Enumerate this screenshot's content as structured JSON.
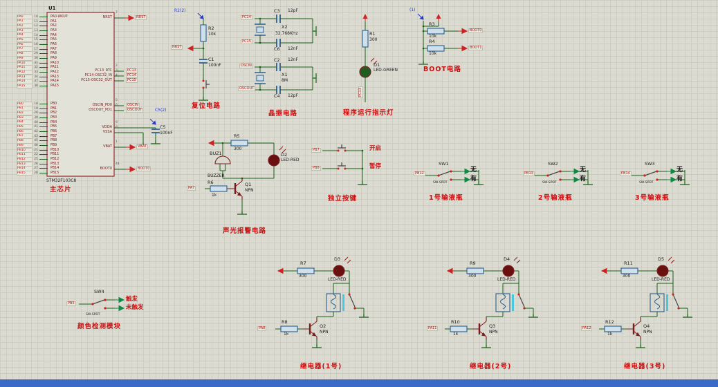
{
  "colors": {
    "grid_bg": "#dbdbd2",
    "wire": "#166016",
    "component_outline": "#7a1d1d",
    "net_label": "#c31414",
    "caption_red": "#cc1111",
    "probe_blue": "#2639cf",
    "bottom_bar": "#3a6bc8",
    "led_green": "#235c23",
    "led_red": "#6b1010",
    "relay_core": "#45c8e0"
  },
  "chip": {
    "ref": "U1",
    "part": "STM32F103C8",
    "caption": "主芯片",
    "pa_pins": [
      {
        "net": "PA0",
        "num": "10",
        "name": "PA0-WKUP"
      },
      {
        "net": "PA1",
        "num": "11",
        "name": "PA1"
      },
      {
        "net": "PA2",
        "num": "12",
        "name": "PA2"
      },
      {
        "net": "PA3",
        "num": "13",
        "name": "PA3"
      },
      {
        "net": "PA4",
        "num": "14",
        "name": "PA4"
      },
      {
        "net": "PA5",
        "num": "15",
        "name": "PA5"
      },
      {
        "net": "PA6",
        "num": "16",
        "name": "PA6"
      },
      {
        "net": "PA7",
        "num": "17",
        "name": "PA7"
      },
      {
        "net": "PA8",
        "num": "29",
        "name": "PA8"
      },
      {
        "net": "PA9",
        "num": "30",
        "name": "PA9"
      },
      {
        "net": "PA10",
        "num": "31",
        "name": "PA10"
      },
      {
        "net": "PA11",
        "num": "32",
        "name": "PA11"
      },
      {
        "net": "PA12",
        "num": "33",
        "name": "PA12"
      },
      {
        "net": "PA13",
        "num": "34",
        "name": "PA13"
      },
      {
        "net": "PA14",
        "num": "37",
        "name": "PA14"
      },
      {
        "net": "PA15",
        "num": "38",
        "name": "PA15"
      }
    ],
    "pb_pins": [
      {
        "net": "PB0",
        "num": "18",
        "name": "PB0"
      },
      {
        "net": "PB1",
        "num": "19",
        "name": "PB1"
      },
      {
        "net": "PB2",
        "num": "20",
        "name": "PB2"
      },
      {
        "net": "PB3",
        "num": "39",
        "name": "PB3"
      },
      {
        "net": "PB4",
        "num": "40",
        "name": "PB4"
      },
      {
        "net": "PB5",
        "num": "41",
        "name": "PB5"
      },
      {
        "net": "PB6",
        "num": "42",
        "name": "PB6"
      },
      {
        "net": "PB7",
        "num": "43",
        "name": "PB7"
      },
      {
        "net": "PB8",
        "num": "45",
        "name": "PB8"
      },
      {
        "net": "PB9",
        "num": "46",
        "name": "PB9"
      },
      {
        "net": "PB10",
        "num": "21",
        "name": "PB10"
      },
      {
        "net": "PB11",
        "num": "22",
        "name": "PB11"
      },
      {
        "net": "PB12",
        "num": "25",
        "name": "PB12"
      },
      {
        "net": "PB13",
        "num": "26",
        "name": "PB13"
      },
      {
        "net": "PB14",
        "num": "27",
        "name": "PB14"
      },
      {
        "net": "PB15",
        "num": "28",
        "name": "PB15"
      }
    ],
    "right_pins": [
      {
        "name": "NRST",
        "num": "7",
        "ext": "NRST"
      },
      {
        "name": "PC13_RTC",
        "num": "2",
        "ext": "PC13"
      },
      {
        "name": "PC14-OSC32_IN",
        "num": "3",
        "ext": "PC14"
      },
      {
        "name": "PC15-OSC32_OUT",
        "num": "4",
        "ext": "PC15"
      },
      {
        "name": "OSCIN_PD0",
        "num": "5",
        "ext": "OSCIN"
      },
      {
        "name": "OSCOUT_PD1",
        "num": "6",
        "ext": "OSCOUT"
      },
      {
        "name": "VDDA",
        "num": "9",
        "ext": ""
      },
      {
        "name": "VSSA",
        "num": "8",
        "ext": ""
      },
      {
        "name": "VBAT",
        "num": "1",
        "ext": "VBAT"
      },
      {
        "name": "BOOT0",
        "num": "44",
        "ext": "BOOT0"
      }
    ],
    "c5": {
      "ref": "C5",
      "val": "100nF",
      "probe": "C5(2)"
    }
  },
  "reset": {
    "probe": "R2(2)",
    "r_ref": "R2",
    "r_val": "10k",
    "c_ref": "C1",
    "c_val": "100nF",
    "net": "NRST",
    "caption": "复位电路"
  },
  "crystal": {
    "caption": "晶振电路",
    "net1": "PC14",
    "net2": "PC15",
    "net3": "OSCIN",
    "net4": "OSCOUT",
    "c3_ref": "C3",
    "c3_val": "12pF",
    "c6_ref": "C6",
    "c6_val": "12nF",
    "c2_ref": "C2",
    "c2_val": "12nF",
    "c4_ref": "C4",
    "c4_val": "12pF",
    "x2_ref": "X2",
    "x2_val": "32.768KHz",
    "x1_ref": "X1",
    "x1_val": "8M"
  },
  "indicator": {
    "caption": "程序运行指示灯",
    "r_ref": "R1",
    "r_val": "300",
    "d_ref": "D1",
    "d_val": "LED-GREEN",
    "net": "PC13"
  },
  "boot": {
    "caption": "BOOT电路",
    "probe": "(1)",
    "r3_ref": "R3",
    "r3_val": "10k",
    "r4_ref": "R4",
    "r4_val": "10k",
    "net1": "BOOT0",
    "net2": "BOOT1"
  },
  "alarm": {
    "caption": "声光报警电路",
    "buz_ref": "BUZ1",
    "buz_val": "BUZZER",
    "r5_ref": "R5",
    "r5_val": "300",
    "d_ref": "D2",
    "d_val": "LED-RED",
    "q_ref": "Q1",
    "q_val": "NPN",
    "r6_ref": "R6",
    "r6_val": "1k",
    "net": "PA7"
  },
  "keys": {
    "caption": "独立按键",
    "net1": "PB7",
    "net2": "PB8",
    "label1": "开启",
    "label2": "暂停"
  },
  "bottles": [
    {
      "net": "PB12",
      "sw": "SW1",
      "type": "SW-SPDT",
      "opt1": "无",
      "opt2": "有",
      "caption": "1号输液瓶"
    },
    {
      "net": "PB13",
      "sw": "SW2",
      "type": "SW-SPDT",
      "opt1": "无",
      "opt2": "有",
      "caption": "2号输液瓶"
    },
    {
      "net": "PB14",
      "sw": "SW3",
      "type": "SW-SPDT",
      "opt1": "无",
      "opt2": "有",
      "caption": "3号输液瓶"
    }
  ],
  "color_module": {
    "caption": "颜色检测模块",
    "sw": "SW4",
    "type": "SW-SPDT",
    "net": "PB5",
    "opt1": "触发",
    "opt2": "未触发"
  },
  "relays": [
    {
      "r_ref": "R7",
      "r_val": "300",
      "d_ref": "D3",
      "d_val": "LED-RED",
      "q_ref": "Q2",
      "q_val": "NPN",
      "rb_ref": "R8",
      "rb_val": "1k",
      "net": "PA8",
      "caption": "继电器(1号)"
    },
    {
      "r_ref": "R9",
      "r_val": "300",
      "d_ref": "D4",
      "d_val": "LED-RED",
      "q_ref": "Q3",
      "q_val": "NPN",
      "rb_ref": "R10",
      "rb_val": "1k",
      "net": "PA11",
      "caption": "继电器(2号)"
    },
    {
      "r_ref": "R11",
      "r_val": "300",
      "d_ref": "D5",
      "d_val": "LED-RED",
      "q_ref": "Q4",
      "q_val": "NPN",
      "rb_ref": "R12",
      "rb_val": "1k",
      "net": "PA12",
      "caption": "继电器(3号)"
    }
  ]
}
